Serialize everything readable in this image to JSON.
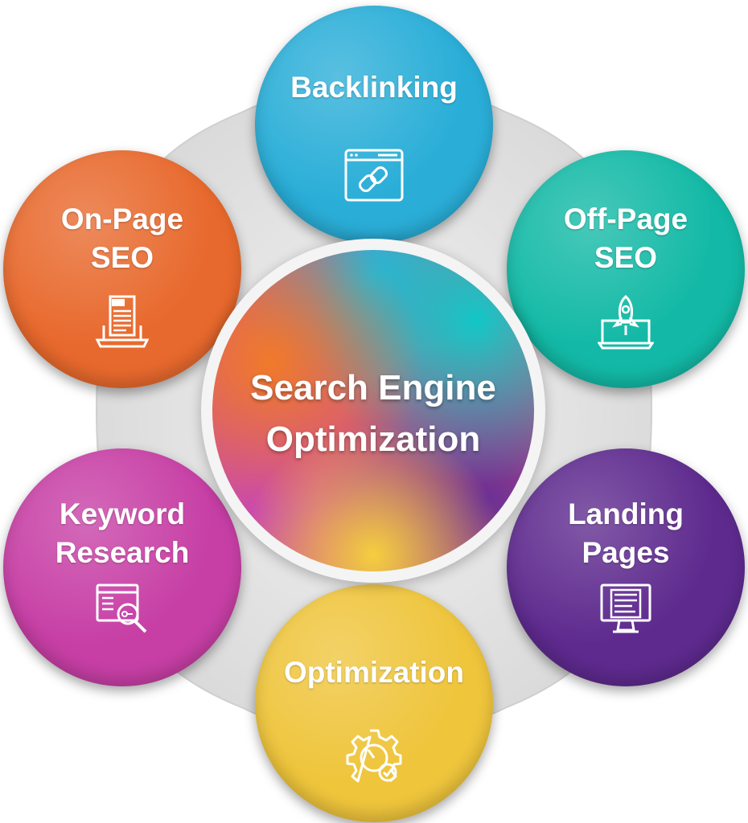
{
  "center": {
    "title": "Search Engine\nOptimization",
    "color": "#d4597a"
  },
  "nodes": [
    {
      "id": "backlinking",
      "label": "Backlinking",
      "icon": "browser-link-icon",
      "color": "#2aaed8"
    },
    {
      "id": "off-page-seo",
      "label": "Off-Page\nSEO",
      "icon": "laptop-rocket-icon",
      "color": "#13b9a6"
    },
    {
      "id": "landing-pages",
      "label": "Landing\nPages",
      "icon": "monitor-page-icon",
      "color": "#5e2a8e"
    },
    {
      "id": "optimization",
      "label": "Optimization",
      "icon": "gear-gauge-icon",
      "color": "#efc53c"
    },
    {
      "id": "keyword-research",
      "label": "Keyword\nResearch",
      "icon": "browser-key-search-icon",
      "color": "#c73fa5"
    },
    {
      "id": "on-page-seo",
      "label": "On-Page\nSEO",
      "icon": "laptop-seo-document-icon",
      "color": "#e8692d"
    }
  ]
}
